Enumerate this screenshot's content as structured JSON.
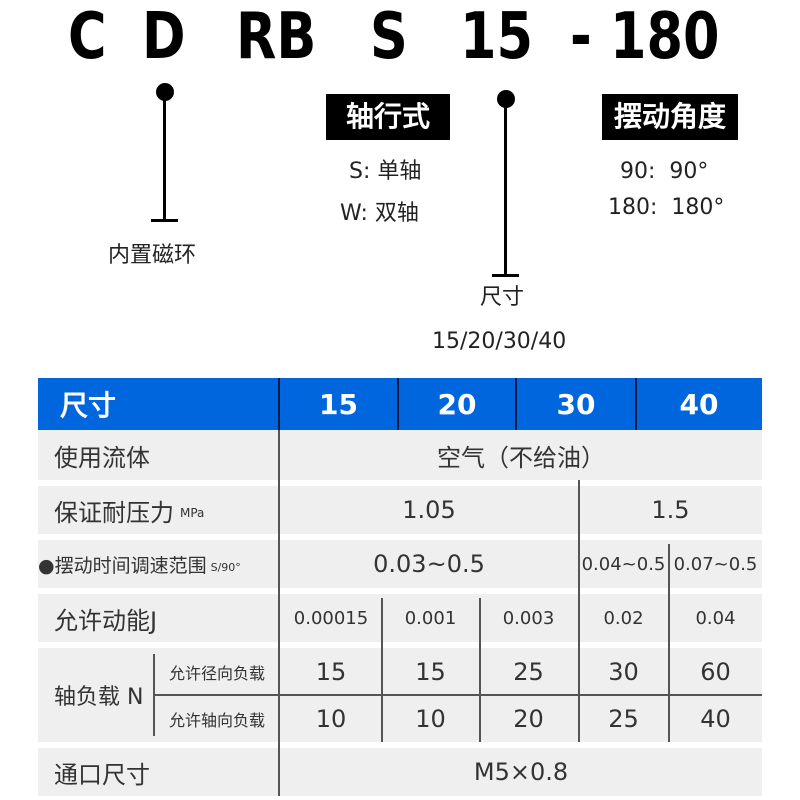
{
  "model_code": {
    "parts": [
      "C",
      "D",
      "RB",
      "S",
      "15",
      "-",
      "180"
    ]
  },
  "annotations": {
    "magnet": {
      "label": "内置磁环"
    },
    "shaft_type": {
      "tag": "轴行式",
      "options": [
        "S: 单轴",
        "W: 双轴"
      ]
    },
    "size": {
      "label": "尺寸",
      "values": "15/20/30/40"
    },
    "swing_angle": {
      "tag": "摆动角度",
      "options": [
        "90:  90°",
        "180:  180°"
      ]
    }
  },
  "colors": {
    "header_bg": "#0066dd",
    "row_bg": "#efefef",
    "text": "#333333"
  },
  "table": {
    "header": {
      "label": "尺寸",
      "sizes": [
        "15",
        "20",
        "30",
        "40"
      ]
    },
    "rows": {
      "fluid": {
        "label": "使用流体",
        "value": "空气（不给油）"
      },
      "proof_pressure": {
        "label": "保证耐压力",
        "unit": "MPa",
        "values": [
          "1.05",
          "1.5"
        ]
      },
      "swing_time": {
        "label": "●摆动时间调速范围",
        "unit": "S/90°",
        "values": [
          "0.03~0.5",
          "0.04~0.5",
          "0.07~0.5"
        ]
      },
      "kinetic_energy": {
        "label": "允许动能J",
        "values": [
          "0.00015",
          "0.001",
          "0.003",
          "0.02",
          "0.04"
        ]
      },
      "shaft_load": {
        "label": "轴负载 N",
        "radial": {
          "label": "允许径向负载",
          "values": [
            "15",
            "15",
            "25",
            "30",
            "60"
          ]
        },
        "axial": {
          "label": "允许轴向负载",
          "values": [
            "10",
            "10",
            "20",
            "25",
            "40"
          ]
        }
      },
      "port_size": {
        "label": "通口尺寸",
        "value": "M5×0.8"
      }
    }
  }
}
